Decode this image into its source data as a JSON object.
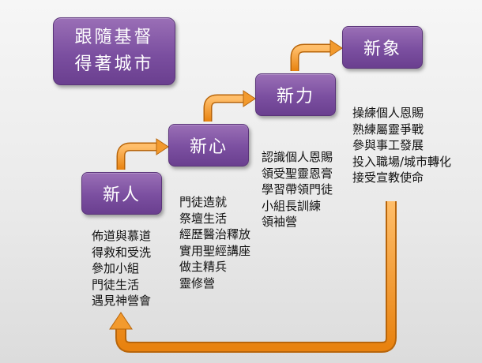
{
  "title": {
    "line1": "跟隨基督",
    "line2": "得著城市"
  },
  "stages": [
    {
      "label": "新人",
      "items": [
        "佈道與慕道",
        "得救和受洗",
        "參加小組",
        "門徒生活",
        "遇見神營會"
      ]
    },
    {
      "label": "新心",
      "items": [
        "門徒造就",
        "祭壇生活",
        "經歷醫治釋放",
        "實用聖經講座",
        "做主精兵",
        "靈修營"
      ]
    },
    {
      "label": "新力",
      "items": [
        "認識個人恩賜",
        "領受聖靈恩膏",
        "學習帶領門徒",
        "小組長訓練",
        "領袖營"
      ]
    },
    {
      "label": "新象",
      "items": [
        "操練個人恩賜",
        "熟練屬靈爭戰",
        "參與事工發展",
        "投入職場/城市轉化",
        "接受宣教使命"
      ]
    }
  ],
  "colors": {
    "box": "#7b4fa0",
    "arrow": "#f7941d"
  }
}
